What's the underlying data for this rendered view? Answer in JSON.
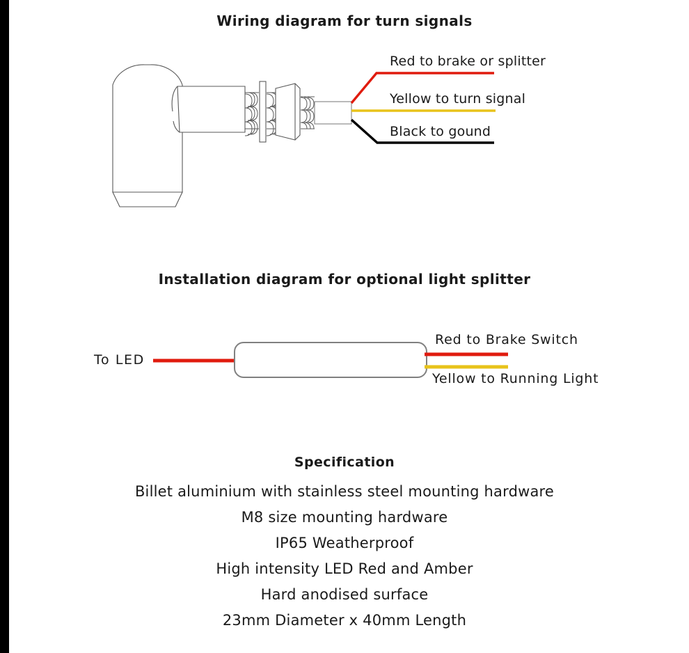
{
  "page": {
    "background_color": "#ffffff",
    "edge_strip_color": "#000000"
  },
  "colors": {
    "red_wire": "#e01b0e",
    "yellow_wire": "#e8c31b",
    "black_wire": "#000000",
    "outline_gray": "#808080",
    "outline_dark": "#595959",
    "text": "#1a1a1a"
  },
  "wiring_section": {
    "title": "Wiring diagram for turn signals",
    "labels": {
      "red": "Red to brake or splitter",
      "yellow": "Yellow to turn signal",
      "black": "Black to gound"
    }
  },
  "splitter_section": {
    "title": "Installation diagram for optional light splitter",
    "labels": {
      "input": "To LED",
      "output_red": "Red to Brake Switch",
      "output_yellow": "Yellow to Running Light"
    }
  },
  "specification": {
    "heading": "Specification",
    "lines": [
      "Billet aluminium with stainless steel mounting hardware",
      "M8 size mounting hardware",
      "IP65 Weatherproof",
      "High intensity LED Red and Amber",
      "Hard anodised surface",
      "23mm Diameter x 40mm Length"
    ]
  }
}
